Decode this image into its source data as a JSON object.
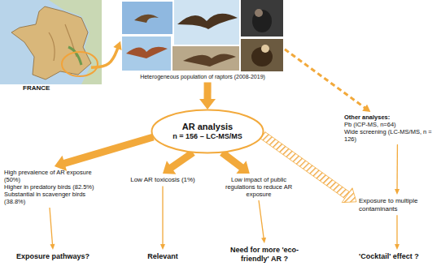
{
  "diagram": {
    "nodes": [
      {
        "text": [
          "FRANCE"
        ]
      },
      {
        "text": [
          "Heterogeneous population of raptors (2008-2019)"
        ]
      },
      {
        "text": [
          "AR analysis",
          "n = 156 – LC-MS/MS"
        ]
      },
      {
        "text": [
          "Other analyses:",
          "Pb (ICP-MS, n=64)",
          "Wide screening (LC-MS/MS, n = 126)"
        ]
      },
      {
        "text": [
          "High prevalence of AR exposure (50%)",
          "Higher in predatory birds (82.5%)",
          "Substantial in scavenger birds (38.8%)"
        ]
      },
      {
        "text": [
          "Low AR toxicosis (1%)"
        ]
      },
      {
        "text": [
          "Low impact of public regulations to reduce AR exposure"
        ]
      },
      {
        "text": [
          "Exposure to multiple contaminants"
        ]
      },
      {
        "text": [
          "Exposure pathways?"
        ]
      },
      {
        "text": [
          "Relevant"
        ]
      },
      {
        "text": [
          "Need for more 'eco-friendly' AR ?"
        ]
      },
      {
        "text": [
          "'Cocktail' effect ?"
        ]
      }
    ],
    "edges": [
      {
        "from": 0,
        "to": 1,
        "arrow": "to"
      },
      {
        "from": 1,
        "to": 2,
        "arrow": "to"
      },
      {
        "from": 1,
        "to": 3,
        "arrow": "to"
      },
      {
        "from": 3,
        "to": 7,
        "arrow": "to"
      },
      {
        "from": 2,
        "to": 4,
        "arrow": "to"
      },
      {
        "from": 2,
        "to": 5,
        "arrow": "to"
      },
      {
        "from": 2,
        "to": 6,
        "arrow": "to"
      },
      {
        "from": 2,
        "to": 7,
        "arrow": "to"
      },
      {
        "from": 4,
        "to": 8,
        "arrow": "to"
      },
      {
        "from": 5,
        "to": 9,
        "arrow": "to"
      },
      {
        "from": 6,
        "to": 10,
        "arrow": "to"
      },
      {
        "from": 7,
        "to": 11,
        "arrow": "to"
      }
    ]
  }
}
